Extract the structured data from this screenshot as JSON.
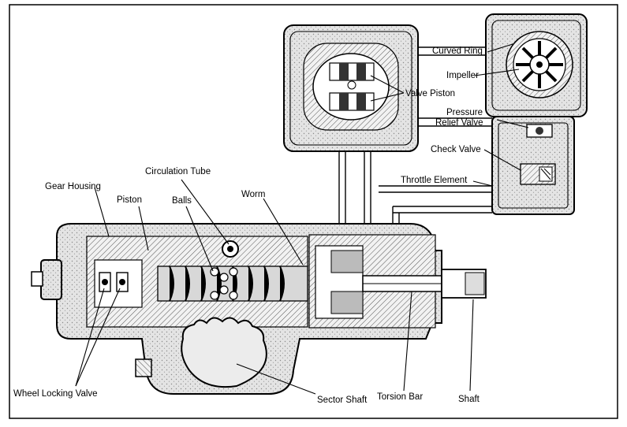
{
  "labels": {
    "curved_ring": "Curved Ring",
    "impeller": "Impeller",
    "valve_piston": "Valve Piston",
    "pressure_relief_line1": "Pressure",
    "pressure_relief_line2": "Relief Valve",
    "check_valve": "Check Valve",
    "throttle_element": "Throttle Element",
    "circulation_tube": "Circulation Tube",
    "gear_housing": "Gear Housing",
    "piston": "Piston",
    "balls": "Balls",
    "worm": "Worm",
    "wheel_locking_valve": "Wheel Locking Valve",
    "sector_shaft": "Sector Shaft",
    "torsion_bar": "Torsion Bar",
    "shaft": "Shaft"
  }
}
